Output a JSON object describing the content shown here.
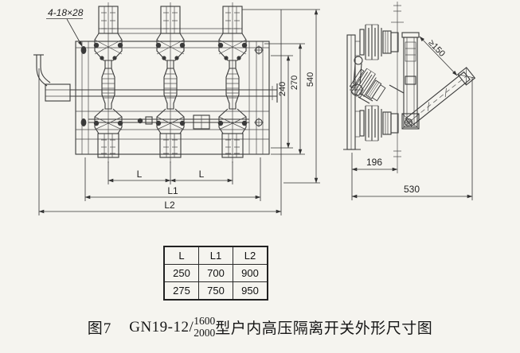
{
  "page": {
    "background": "#f5f4ef",
    "ink": "#3a3a3a"
  },
  "drawing": {
    "hole_callout": "4-18×28",
    "front_view": {
      "dim_240": "240",
      "dim_270": "270",
      "dim_540": "540",
      "dim_L": "L",
      "dim_L1": "L1",
      "dim_L2": "L2"
    },
    "side_view": {
      "dim_gap": "≥150",
      "dim_196": "196",
      "dim_530": "530"
    }
  },
  "table": {
    "headers": [
      "L",
      "L1",
      "L2"
    ],
    "rows": [
      [
        "250",
        "700",
        "900"
      ],
      [
        "275",
        "750",
        "950"
      ]
    ]
  },
  "caption": {
    "figure_label": "图7",
    "model": "GN19-12/",
    "rating_top": "1600",
    "rating_bottom": "2000",
    "suffix": "型户内高压隔离开关外形尺寸图"
  }
}
